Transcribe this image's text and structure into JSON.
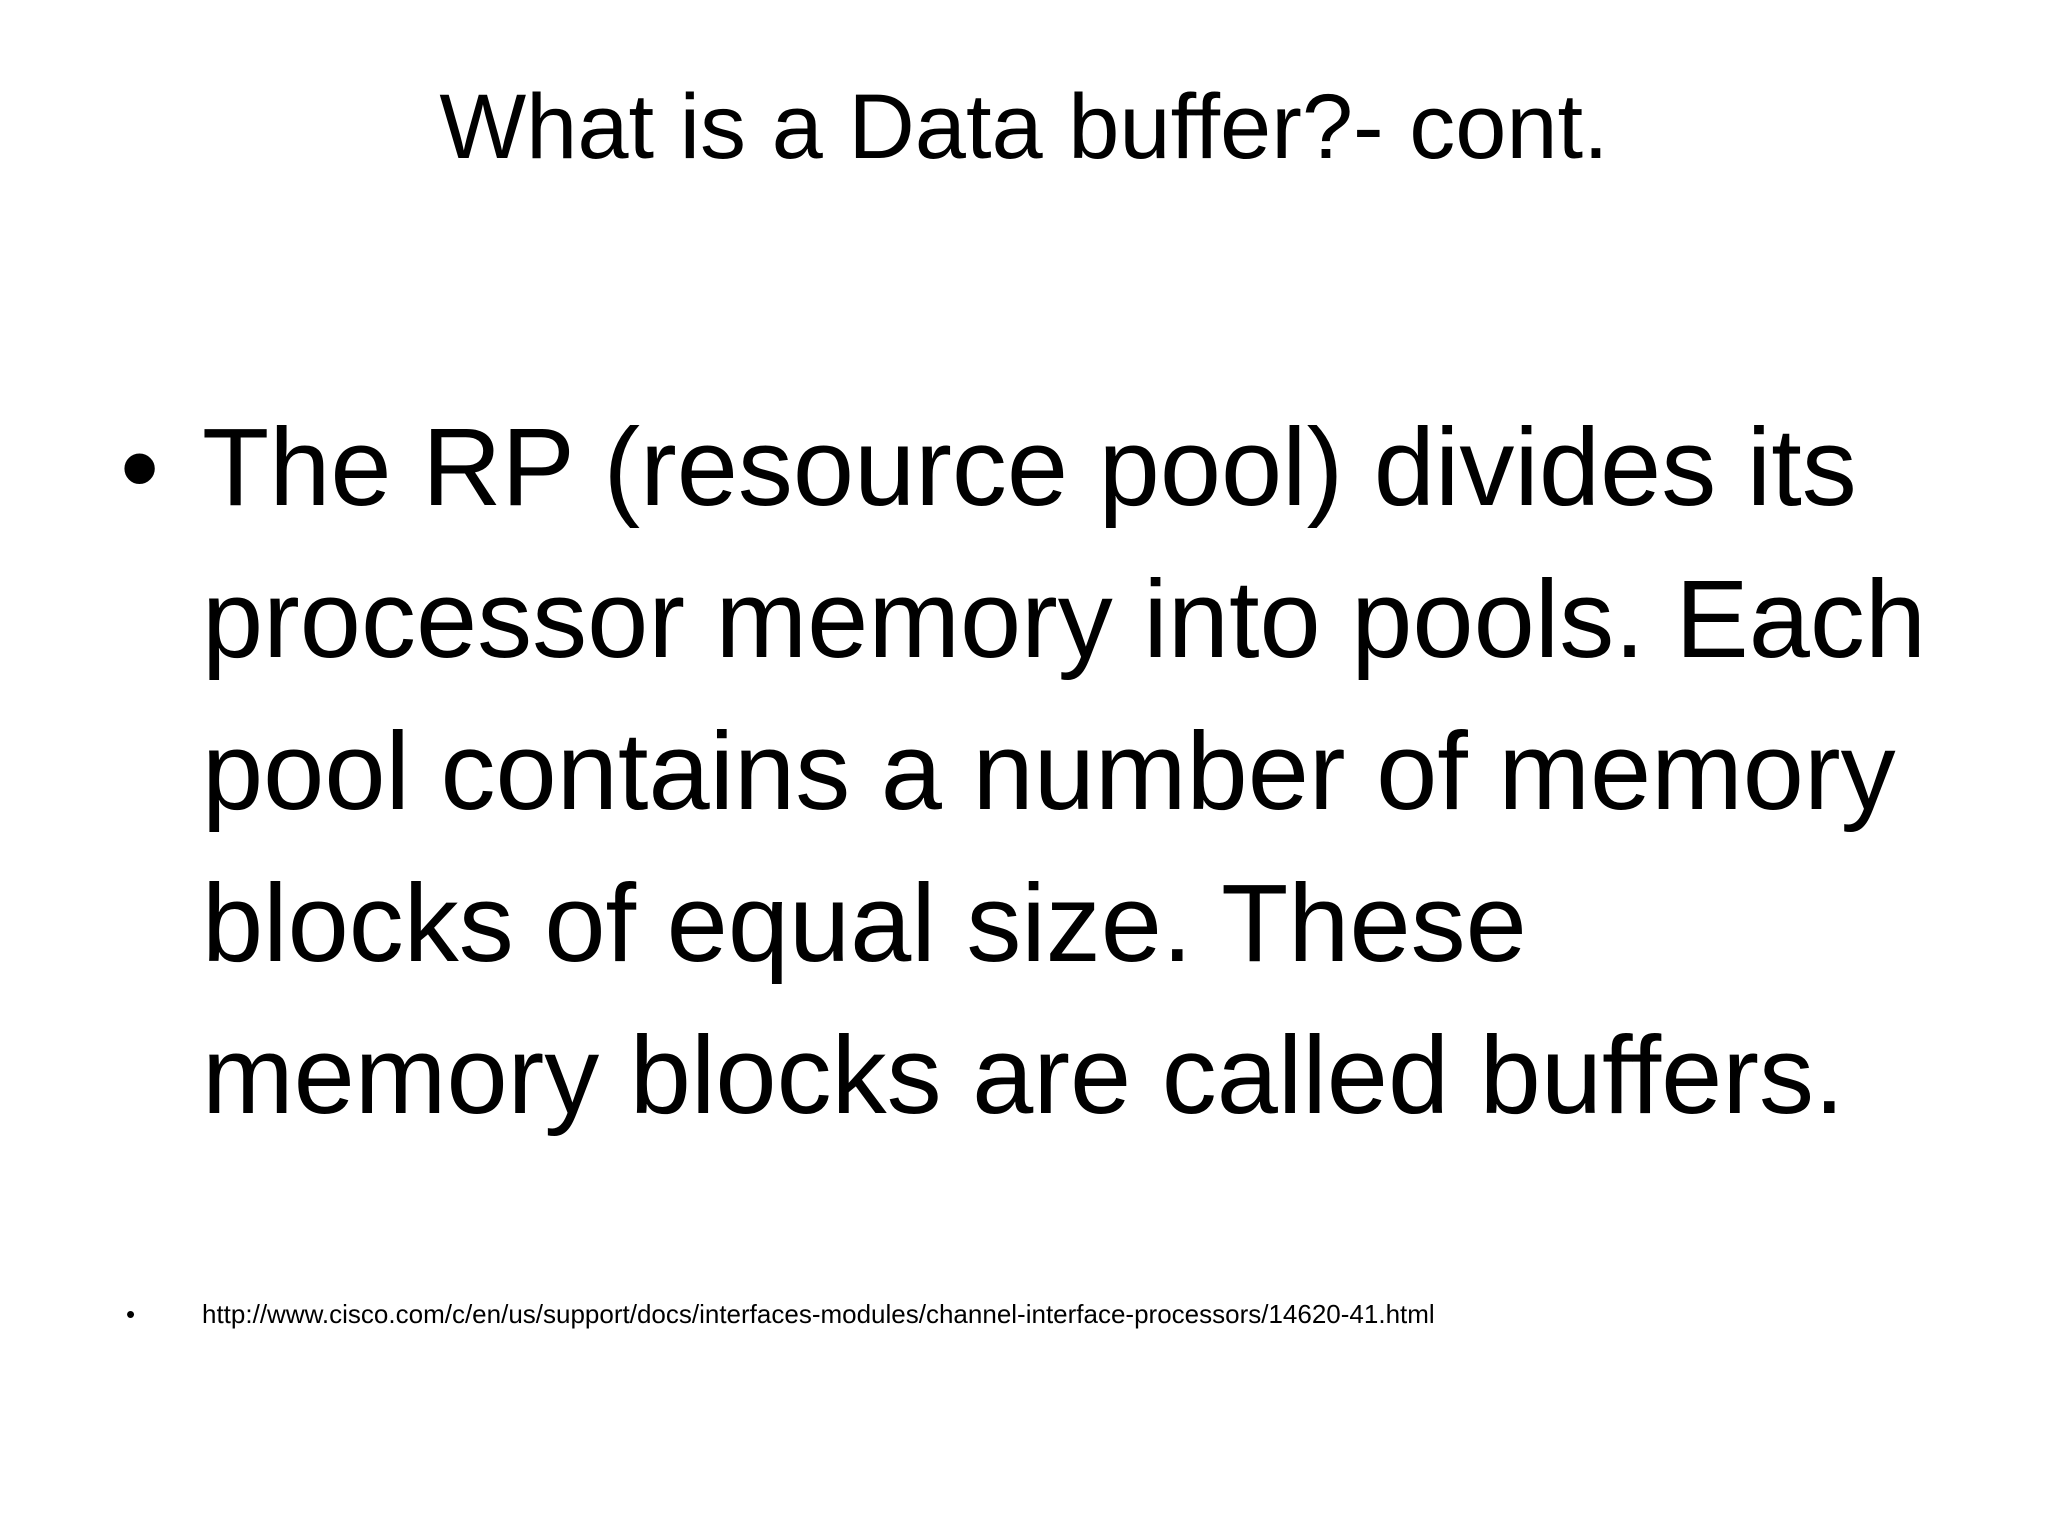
{
  "slide": {
    "title": "What is a Data buffer?- cont.",
    "bullets": [
      {
        "marker": "•",
        "text": "The RP (resource pool) divides its processor memory into pools. Each pool contains a number of memory blocks of equal size. These memory blocks are called buffers."
      },
      {
        "marker": "•",
        "text": "http://www.cisco.com/c/en/us/support/docs/interfaces-modules/channel-interface-processors/14620-41.html"
      }
    ]
  }
}
